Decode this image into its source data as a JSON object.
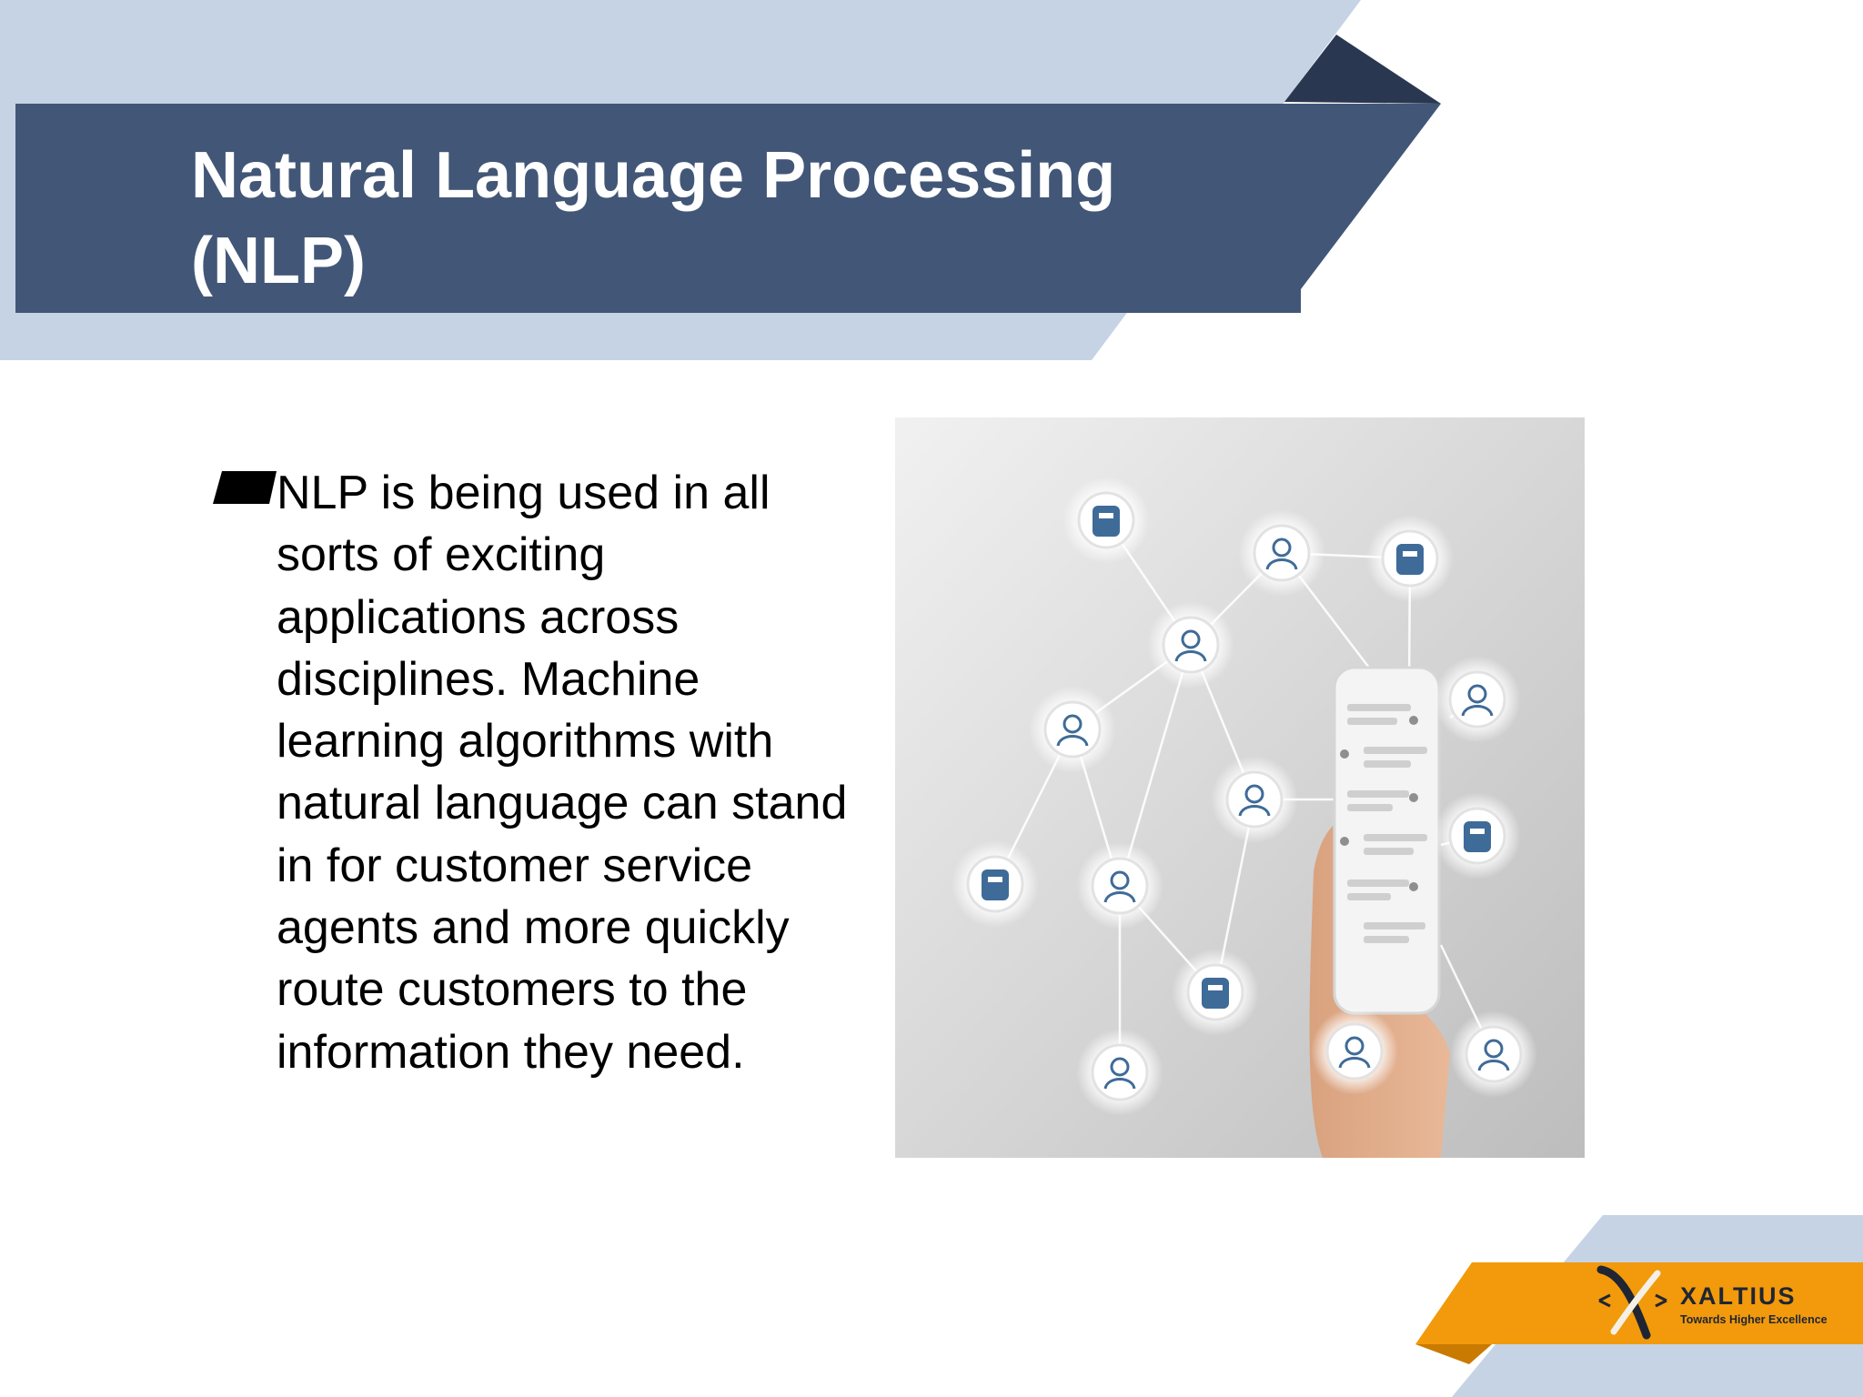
{
  "slide": {
    "title_line1": "Natural Language Processing",
    "title_line2": "(NLP)",
    "bullet_text": "NLP is being used in all sorts of exciting applications across disciplines. Machine learning algorithms with natural language can stand in for customer service agents and more quickly route customers to the information they need."
  },
  "logo": {
    "name": "XALTIUS",
    "tagline": "Towards Higher Excellence"
  },
  "colors": {
    "light_band": "#c5d3e5",
    "title_band": "#425677",
    "dark_accent": "#2a3750",
    "footer_orange": "#f29a0b",
    "footer_blue": "#c5d3e5"
  }
}
